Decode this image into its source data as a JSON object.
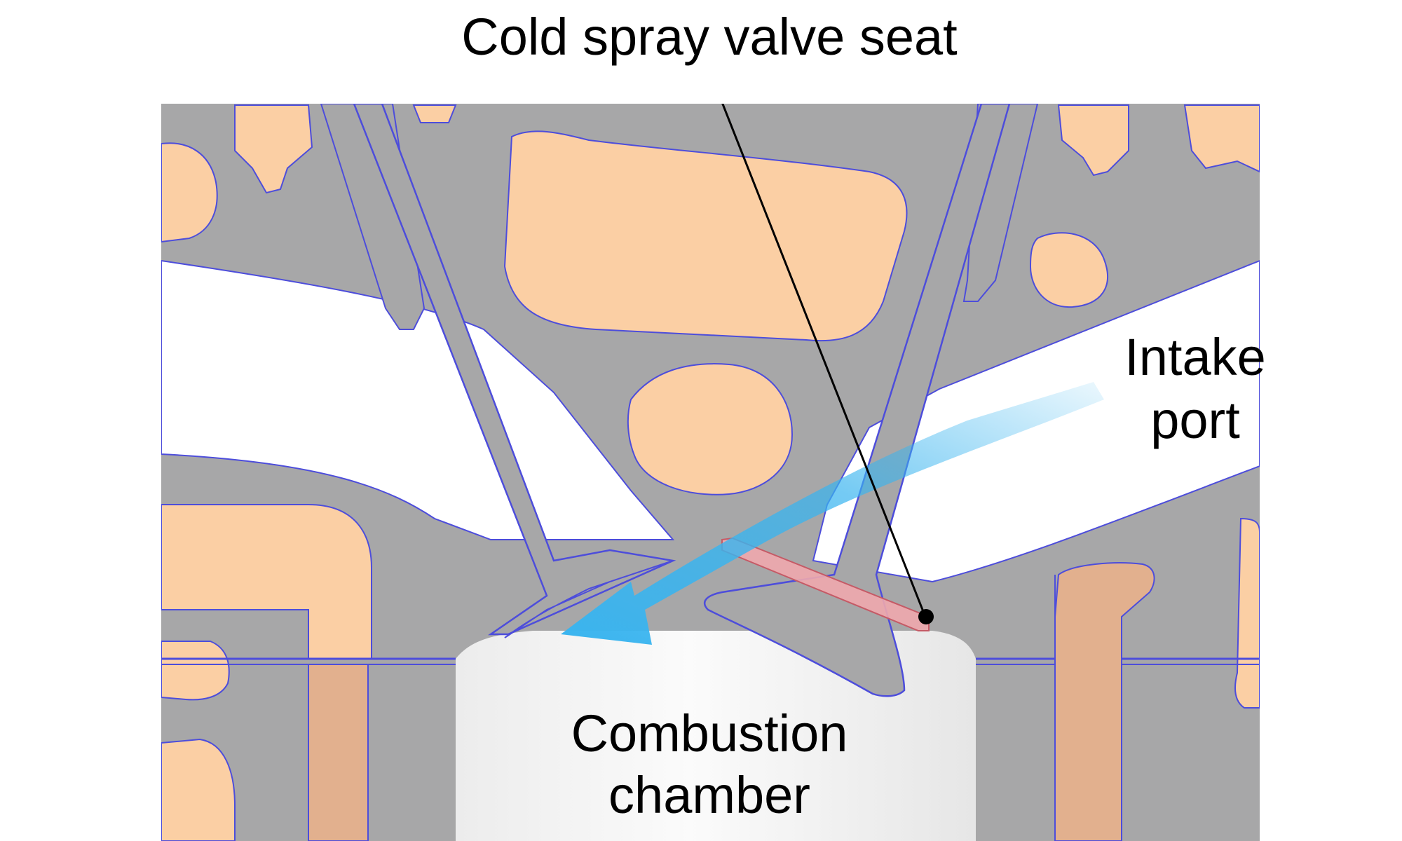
{
  "labels": {
    "cold_spray_valve_seat": "Cold spray valve seat",
    "intake_port_line1": "Intake",
    "intake_port_line2": "port",
    "combustion_chamber_line1": "Combustion",
    "combustion_chamber_line2": "chamber"
  },
  "colors": {
    "metal": "#a7a7a8",
    "coolant": "#fbcfa4",
    "insert": "#e2b08e",
    "outline": "#4d4ddb",
    "seat": "#f0a9ad",
    "flow_arrow": "#39b4ef",
    "background": "#ffffff"
  }
}
